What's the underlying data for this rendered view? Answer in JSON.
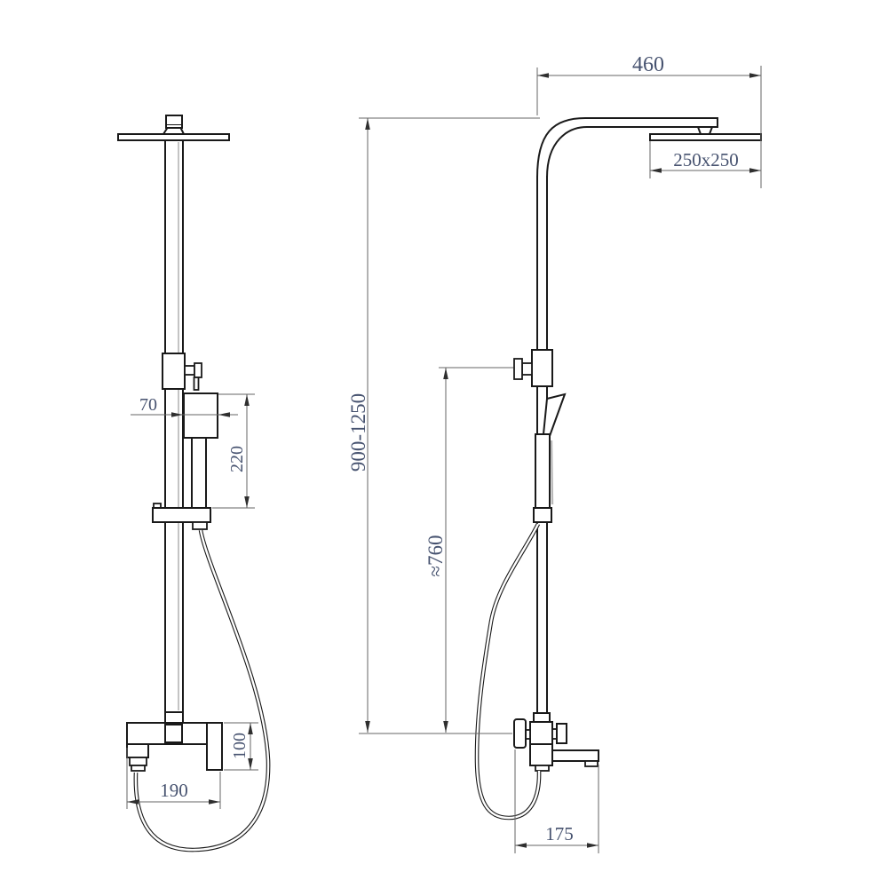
{
  "dimensions": {
    "arm_reach": "460",
    "head_size": "250x250",
    "total_height": "900-1250",
    "slider_height": "≈760",
    "hand_shower_width": "70",
    "hand_shower_length": "220",
    "mixer_height": "100",
    "mixer_width": "190",
    "spout_depth": "175"
  },
  "colors": {
    "background": "#ffffff",
    "outline": "#191919",
    "dimension_line": "#666666",
    "dimension_text": "#46526f"
  }
}
